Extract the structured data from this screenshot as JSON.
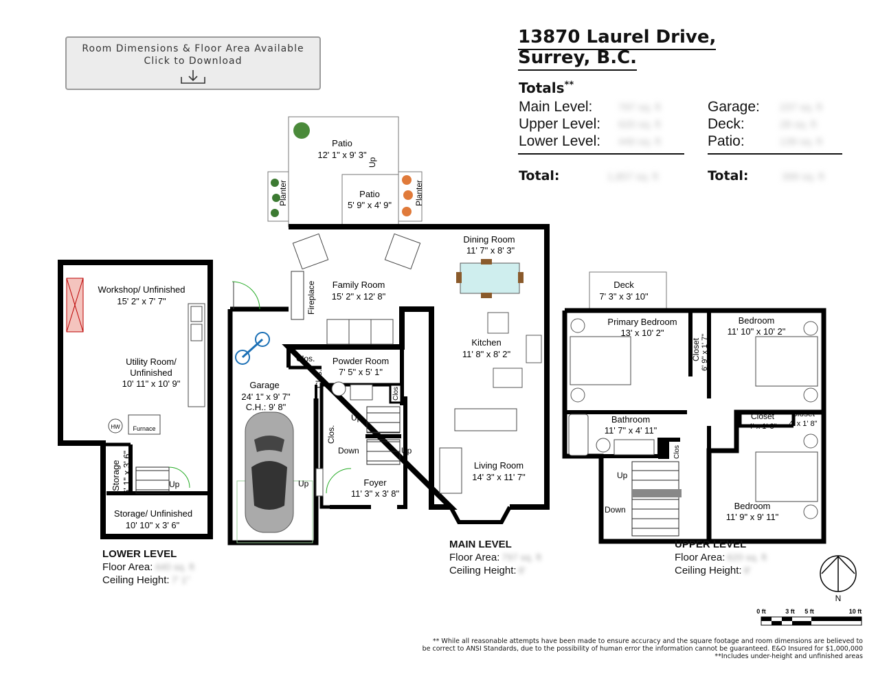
{
  "download": {
    "line1": "Room Dimensions & Floor Area Available",
    "line2": "Click to Download",
    "icon": "download-icon"
  },
  "address": {
    "line1": "13870 Laurel Drive,",
    "line2": "Surrey, B.C."
  },
  "totals": {
    "heading": "Totals",
    "marker": "**",
    "left": [
      {
        "label": "Main Level:",
        "value": "797 sq. ft"
      },
      {
        "label": "Upper Level:",
        "value": "620 sq. ft"
      },
      {
        "label": "Lower Level:",
        "value": "440 sq. ft"
      }
    ],
    "left_total": {
      "label": "Total:",
      "value": "1,857 sq. ft"
    },
    "right": [
      {
        "label": "Garage:",
        "value": "237 sq. ft"
      },
      {
        "label": "Deck:",
        "value": "28 sq. ft"
      },
      {
        "label": "Patio:",
        "value": "139 sq. ft"
      }
    ],
    "right_total": {
      "label": "Total:",
      "value": "399 sq. ft"
    }
  },
  "rooms": {
    "patio1": {
      "name": "Patio",
      "dim": "12' 1\" x 9' 3\""
    },
    "patio2": {
      "name": "Patio",
      "dim": "5' 9\" x 4' 9\""
    },
    "planter": "Planter",
    "up": "Up",
    "down": "Down",
    "dining": {
      "name": "Dining Room",
      "dim": "11' 7\" x 8' 3\""
    },
    "family": {
      "name": "Family Room",
      "dim": "15' 2\" x 12' 8\""
    },
    "fireplace": "Fireplace",
    "kitchen": {
      "name": "Kitchen",
      "dim": "11' 8\" x 8' 2\""
    },
    "clos": "Clos.",
    "clos_small": "Clos",
    "powder": {
      "name": "Powder Room",
      "dim": "7' 5\" x 5' 1\""
    },
    "garage": {
      "name": "Garage",
      "dim": "24' 1\" x 9' 7\"",
      "ch": "C.H.: 9' 8\""
    },
    "living": {
      "name": "Living Room",
      "dim": "14' 3\" x 11' 7\""
    },
    "foyer": {
      "name": "Foyer",
      "dim": "11' 3\" x 3' 8\""
    },
    "workshop": {
      "name": "Workshop/ Unfinished",
      "dim": "15' 2\" x 7' 7\""
    },
    "utility": {
      "name1": "Utility Room/",
      "name2": "Unfinished",
      "dim": "10' 11\" x 10' 9\""
    },
    "hw": "HW",
    "furnace": "Furnace",
    "storage_v": {
      "name": "Storage",
      "dim": "6' 1\" x 3' 6\""
    },
    "storage_unf": {
      "name": "Storage/ Unfinished",
      "dim": "10' 10\" x 3' 6\""
    },
    "deck": {
      "name": "Deck",
      "dim": "7' 3\" x 3' 10\""
    },
    "primary": {
      "name": "Primary Bedroom",
      "dim": "13' x 10' 2\""
    },
    "closet_v": {
      "name": "Closet",
      "dim": "6' 9\" x 1' 7\""
    },
    "bedroom_ne": {
      "name": "Bedroom",
      "dim": "11' 10\" x 10' 2\""
    },
    "closet_a": {
      "name": "Closet",
      "dim": "4' x 1' 8\""
    },
    "closet_b": {
      "name": "Closet",
      "dim": "4' x 1' 8\""
    },
    "bathroom": {
      "name": "Bathroom",
      "dim": "11' 7\" x 4' 11\""
    },
    "bedroom_se": {
      "name": "Bedroom",
      "dim": "11' 9\" x 9' 11\""
    }
  },
  "levels": {
    "lower": {
      "title": "LOWER LEVEL",
      "area_label": "Floor Area:",
      "area_value": "440 sq. ft",
      "ch_label": "Ceiling Height:",
      "ch_value": "7' 1\""
    },
    "main": {
      "title": "MAIN LEVEL",
      "area_label": "Floor Area:",
      "area_value": "797 sq. ft",
      "ch_label": "Ceiling Height:",
      "ch_value": "8'"
    },
    "upper": {
      "title": "UPPER LEVEL",
      "area_label": "Floor Area:",
      "area_value": "620 sq. ft",
      "ch_label": "Ceiling Height:",
      "ch_value": "8'"
    }
  },
  "compass": {
    "label": "N"
  },
  "scale": {
    "t0": "0 ft",
    "t3": "3 ft",
    "t5": "5 ft",
    "t10": "10 ft"
  },
  "disclaimer": {
    "line1": "** While all reasonable attempts have been made to ensure accuracy and the square footage and room dimensions are believed to",
    "line2": "be correct to ANSI Standards, due to the possibility of human error the information cannot be guaranteed. E&O Insured for $1,000,000",
    "line3": "**Includes under-height and unfinished areas"
  }
}
